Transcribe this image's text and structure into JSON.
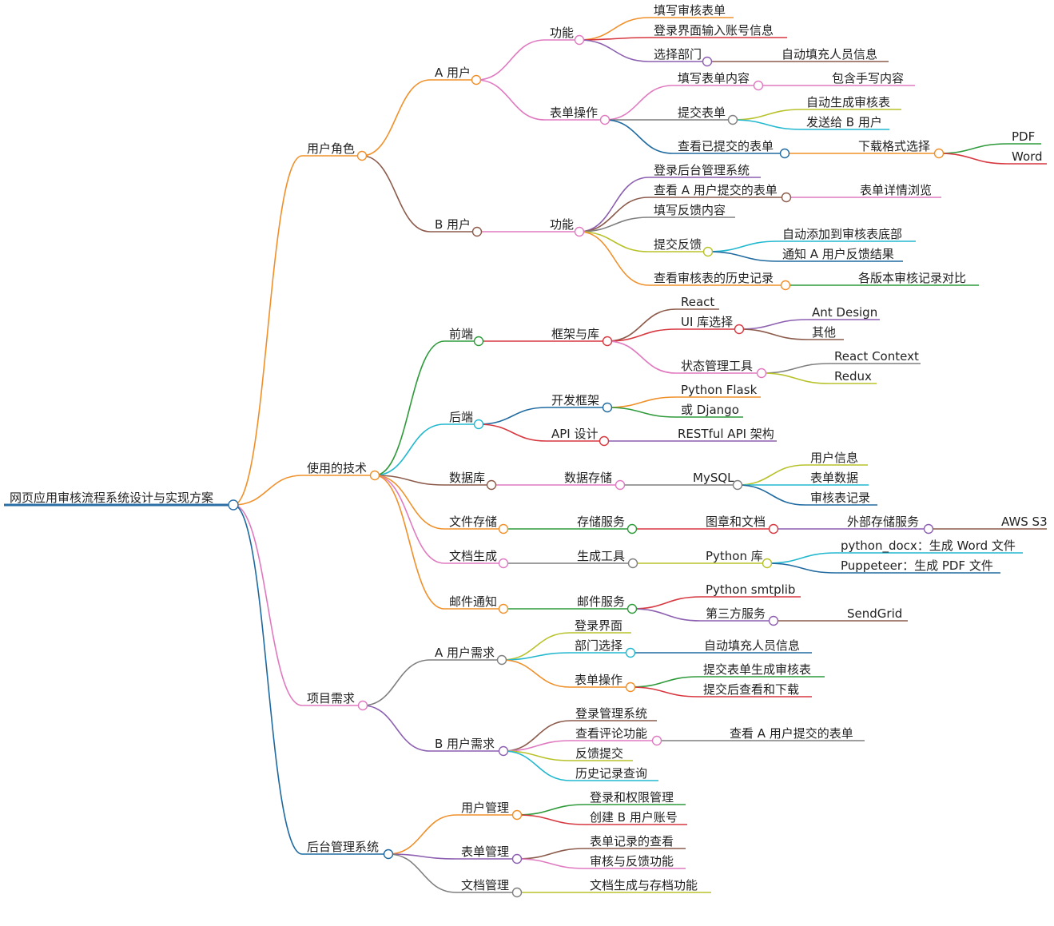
{
  "mindmap": {
    "label": "网页应用审核流程系统设计与实现方案",
    "color": "#2a6ea6",
    "children": [
      {
        "label": "用户角色",
        "color": "#f0902a",
        "children": [
          {
            "label": "A 用户",
            "color": "#f0902a",
            "children": [
              {
                "label": "功能",
                "color": "#e07ac0",
                "children": [
                  {
                    "label": "填写审核表单",
                    "color": "#f0902a"
                  },
                  {
                    "label": "登录界面输入账号信息",
                    "color": "#d7373f"
                  },
                  {
                    "label": "选择部门",
                    "color": "#8c5fb0",
                    "children": [
                      {
                        "label": "自动填充人员信息",
                        "color": "#8c5a4a"
                      }
                    ]
                  }
                ]
              },
              {
                "label": "表单操作",
                "color": "#e07ac0",
                "children": [
                  {
                    "label": "填写表单内容",
                    "color": "#e07ac0",
                    "children": [
                      {
                        "label": "包含手写内容",
                        "color": "#e07ac0"
                      }
                    ]
                  },
                  {
                    "label": "提交表单",
                    "color": "#7f7f7f",
                    "children": [
                      {
                        "label": "自动生成审核表",
                        "color": "#b8c22a"
                      },
                      {
                        "label": "发送给 B 用户",
                        "color": "#22b8cf"
                      }
                    ]
                  },
                  {
                    "label": "查看已提交的表单",
                    "color": "#1f6aa0",
                    "children": [
                      {
                        "label": "下载格式选择",
                        "color": "#f0902a",
                        "children": [
                          {
                            "label": "PDF",
                            "color": "#2e9a3a"
                          },
                          {
                            "label": "Word",
                            "color": "#d7373f"
                          }
                        ]
                      }
                    ]
                  }
                ]
              }
            ]
          },
          {
            "label": "B 用户",
            "color": "#8c5a4a",
            "children": [
              {
                "label": "功能",
                "color": "#e07ac0",
                "children": [
                  {
                    "label": "登录后台管理系统",
                    "color": "#8c5fb0"
                  },
                  {
                    "label": "查看 A 用户提交的表单",
                    "color": "#8c5a4a",
                    "children": [
                      {
                        "label": "表单详情浏览",
                        "color": "#e07ac0"
                      }
                    ]
                  },
                  {
                    "label": "填写反馈内容",
                    "color": "#7f7f7f"
                  },
                  {
                    "label": "提交反馈",
                    "color": "#b8c22a",
                    "children": [
                      {
                        "label": "自动添加到审核表底部",
                        "color": "#22b8cf"
                      },
                      {
                        "label": "通知 A 用户反馈结果",
                        "color": "#1f6aa0"
                      }
                    ]
                  },
                  {
                    "label": "查看审核表的历史记录",
                    "color": "#f0902a",
                    "children": [
                      {
                        "label": "各版本审核记录对比",
                        "color": "#2e9a3a"
                      }
                    ]
                  }
                ]
              }
            ]
          }
        ]
      },
      {
        "label": "使用的技术",
        "color": "#f0902a",
        "children": [
          {
            "label": "前端",
            "color": "#2e9a3a",
            "children": [
              {
                "label": "框架与库",
                "color": "#d7373f",
                "children": [
                  {
                    "label": "React",
                    "color": "#8c5a4a"
                  },
                  {
                    "label": "UI 库选择",
                    "color": "#d7373f",
                    "children": [
                      {
                        "label": "Ant Design",
                        "color": "#8c5fb0"
                      },
                      {
                        "label": "其他",
                        "color": "#8c5a4a"
                      }
                    ]
                  },
                  {
                    "label": "状态管理工具",
                    "color": "#e07ac0",
                    "children": [
                      {
                        "label": "React Context",
                        "color": "#7f7f7f"
                      },
                      {
                        "label": "Redux",
                        "color": "#b8c22a"
                      }
                    ]
                  }
                ]
              }
            ]
          },
          {
            "label": "后端",
            "color": "#22b8cf",
            "children": [
              {
                "label": "开发框架",
                "color": "#1f6aa0",
                "children": [
                  {
                    "label": "Python Flask",
                    "color": "#f0902a"
                  },
                  {
                    "label": "或 Django",
                    "color": "#2e9a3a"
                  }
                ]
              },
              {
                "label": "API 设计",
                "color": "#d7373f",
                "children": [
                  {
                    "label": "RESTful API 架构",
                    "color": "#8c5fb0"
                  }
                ]
              }
            ]
          },
          {
            "label": "数据库",
            "color": "#8c5a4a",
            "children": [
              {
                "label": "数据存储",
                "color": "#e07ac0",
                "children": [
                  {
                    "label": "MySQL",
                    "color": "#7f7f7f",
                    "children": [
                      {
                        "label": "用户信息",
                        "color": "#b8c22a"
                      },
                      {
                        "label": "表单数据",
                        "color": "#22b8cf"
                      },
                      {
                        "label": "审核表记录",
                        "color": "#1f6aa0"
                      }
                    ]
                  }
                ]
              }
            ]
          },
          {
            "label": "文件存储",
            "color": "#f0902a",
            "children": [
              {
                "label": "存储服务",
                "color": "#2e9a3a",
                "children": [
                  {
                    "label": "图章和文档",
                    "color": "#d7373f",
                    "children": [
                      {
                        "label": "外部存储服务",
                        "color": "#8c5fb0",
                        "children": [
                          {
                            "label": "AWS S3",
                            "color": "#8c5a4a"
                          }
                        ]
                      }
                    ]
                  }
                ]
              }
            ]
          },
          {
            "label": "文档生成",
            "color": "#e07ac0",
            "children": [
              {
                "label": "生成工具",
                "color": "#7f7f7f",
                "children": [
                  {
                    "label": "Python 库",
                    "color": "#b8c22a",
                    "children": [
                      {
                        "label": "python_docx：生成 Word 文件",
                        "color": "#22b8cf"
                      },
                      {
                        "label": "Puppeteer：生成 PDF 文件",
                        "color": "#1f6aa0"
                      }
                    ]
                  }
                ]
              }
            ]
          },
          {
            "label": "邮件通知",
            "color": "#f0902a",
            "children": [
              {
                "label": "邮件服务",
                "color": "#2e9a3a",
                "children": [
                  {
                    "label": "Python smtplib",
                    "color": "#d7373f"
                  },
                  {
                    "label": "第三方服务",
                    "color": "#8c5fb0",
                    "children": [
                      {
                        "label": "SendGrid",
                        "color": "#8c5a4a"
                      }
                    ]
                  }
                ]
              }
            ]
          }
        ]
      },
      {
        "label": "项目需求",
        "color": "#e07ac0",
        "children": [
          {
            "label": "A 用户需求",
            "color": "#7f7f7f",
            "children": [
              {
                "label": "登录界面",
                "color": "#b8c22a"
              },
              {
                "label": "部门选择",
                "color": "#22b8cf",
                "children": [
                  {
                    "label": "自动填充人员信息",
                    "color": "#1f6aa0"
                  }
                ]
              },
              {
                "label": "表单操作",
                "color": "#f0902a",
                "children": [
                  {
                    "label": "提交表单生成审核表",
                    "color": "#2e9a3a"
                  },
                  {
                    "label": "提交后查看和下载",
                    "color": "#d7373f"
                  }
                ]
              }
            ]
          },
          {
            "label": "B 用户需求",
            "color": "#8c5fb0",
            "children": [
              {
                "label": "登录管理系统",
                "color": "#8c5a4a"
              },
              {
                "label": "查看评论功能",
                "color": "#e07ac0",
                "children": [
                  {
                    "label": "查看 A 用户提交的表单",
                    "color": "#7f7f7f"
                  }
                ]
              },
              {
                "label": "反馈提交",
                "color": "#b8c22a"
              },
              {
                "label": "历史记录查询",
                "color": "#22b8cf"
              }
            ]
          }
        ]
      },
      {
        "label": "后台管理系统",
        "color": "#1f6aa0",
        "children": [
          {
            "label": "用户管理",
            "color": "#f0902a",
            "children": [
              {
                "label": "登录和权限管理",
                "color": "#2e9a3a"
              },
              {
                "label": "创建 B 用户账号",
                "color": "#d7373f"
              }
            ]
          },
          {
            "label": "表单管理",
            "color": "#8c5fb0",
            "children": [
              {
                "label": "表单记录的查看",
                "color": "#8c5a4a"
              },
              {
                "label": "审核与反馈功能",
                "color": "#e07ac0"
              }
            ]
          },
          {
            "label": "文档管理",
            "color": "#7f7f7f",
            "children": [
              {
                "label": "文档生成与存档功能",
                "color": "#b8c22a"
              }
            ]
          }
        ]
      }
    ]
  }
}
